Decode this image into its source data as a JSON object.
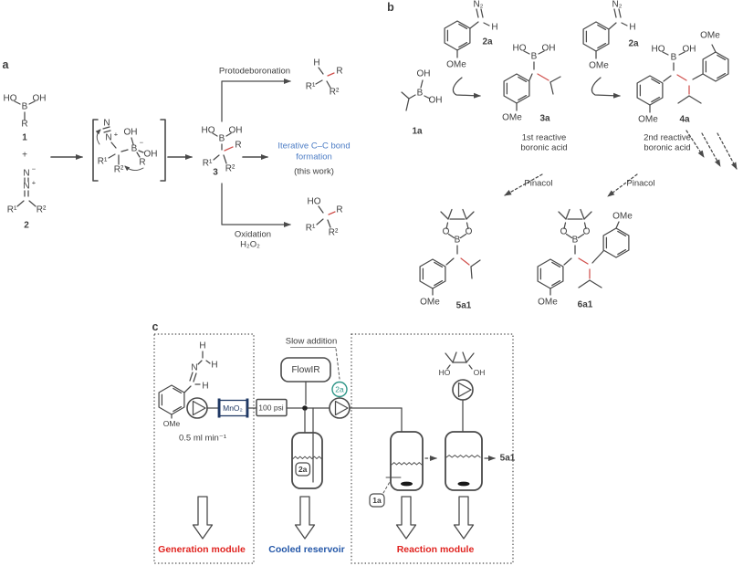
{
  "colors": {
    "line": "#4a4a4a",
    "red_bond": "#d0514d",
    "iterative_blue": "#4a7bc4",
    "module_red": "#e02420",
    "module_blue": "#2457a8",
    "teal_accent": "#2e9688",
    "navy_accent": "#1f3864"
  },
  "atoms": {
    "HO": "HO",
    "OH": "OH",
    "B": "B",
    "O": "O",
    "R": "R",
    "R1": "R¹",
    "R2": "R²",
    "H": "H",
    "N": "N",
    "N2": "N₂",
    "OMe": "OMe",
    "plus": "+",
    "minus": "−"
  },
  "panel_a": {
    "label": "a",
    "compound_1": "1",
    "compound_2": "2",
    "compound_3": "3",
    "protodeboronation": "Protodeboronation",
    "iterative_1": "Iterative C–C bond",
    "iterative_2": "formation",
    "this_work": "(this work)",
    "oxidation": "Oxidation",
    "h2o2": "H₂O₂"
  },
  "panel_b": {
    "label": "b",
    "compound_1a": "1a",
    "compound_2a": "2a",
    "compound_3a": "3a",
    "compound_4a": "4a",
    "compound_5a1": "5a1",
    "compound_6a1": "6a1",
    "first_reactive_1": "1st reactive",
    "first_reactive_2": "boronic acid",
    "second_reactive_1": "2nd reactive",
    "second_reactive_2": "boronic acid",
    "pinacol": "Pinacol"
  },
  "panel_c": {
    "label": "c",
    "slow_addition": "Slow addition",
    "flowir": "FlowIR",
    "mno2": "MnO₂",
    "psi": "100 psi",
    "flow_rate": "0.5 ml min⁻¹",
    "tag_2a": "2a",
    "tag_1a": "1a",
    "product_5a1": "5a1",
    "generation_module": "Generation module",
    "cooled_reservoir": "Cooled reservoir",
    "reaction_module": "Reaction module"
  }
}
